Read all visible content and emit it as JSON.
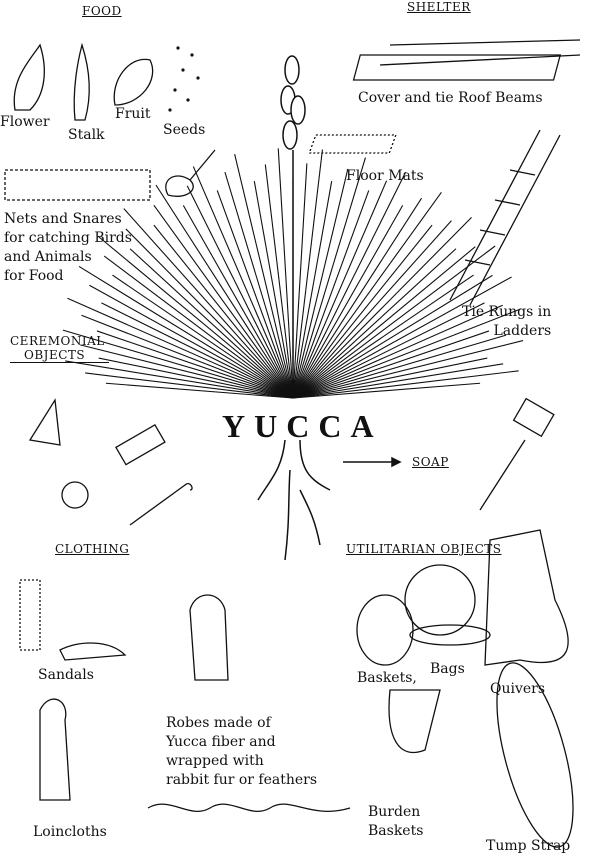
{
  "title": "YUCCA",
  "sections": {
    "food": "FOOD",
    "shelter": "SHELTER",
    "ceremonial": [
      "CEREMONIAL",
      "OBJECTS"
    ],
    "clothing": "CLOTHING",
    "utilitarian": "UTILITARIAN OBJECTS",
    "soap": "SOAP"
  },
  "labels": {
    "flower": "Flower",
    "stalk": "Stalk",
    "fruit": "Fruit",
    "seeds": "Seeds",
    "roof": "Cover and tie Roof Beams",
    "mats": "Floor Mats",
    "nets": [
      "Nets and Snares",
      "for catching Birds",
      "and Animals",
      "for Food"
    ],
    "ladders": [
      "Tie Rungs in",
      "Ladders"
    ],
    "sandals": "Sandals",
    "baskets": "Baskets,",
    "bags": "Bags",
    "quivers": "Quivers",
    "robes": [
      "Robes made of",
      "Yucca fiber and",
      "wrapped with",
      "rabbit fur or feathers"
    ],
    "loincloths": "Loincloths",
    "burden": [
      "Burden",
      "Baskets"
    ],
    "tump": "Tump Strap"
  }
}
